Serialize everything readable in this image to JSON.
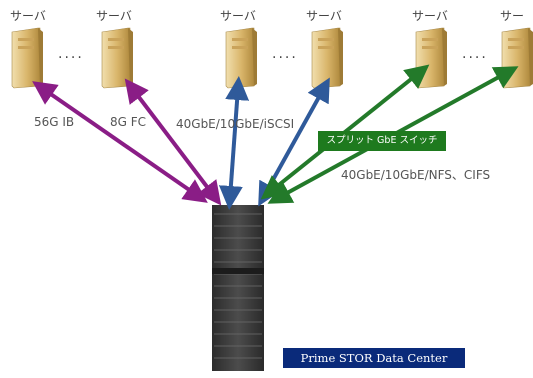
{
  "server_label": "サーバ",
  "partial_server_label": "サー",
  "ellipsis": "....",
  "links": {
    "ib": "56G IB",
    "fc": "8G FC",
    "iscsi": "40GbE/10GbE/iSCSI",
    "nas": "40GbE/10GbE/NFS、CIFS"
  },
  "switch_badge": "スプリット GbE スイッチ",
  "storage_caption": "Prime STOR Data Center",
  "colors": {
    "ib_fc": "#8a1d86",
    "iscsi": "#2f5a9a",
    "nas": "#237a2a",
    "badge": "#1e7a1e",
    "caption": "#0a2a7a",
    "server": "#d8b978"
  }
}
